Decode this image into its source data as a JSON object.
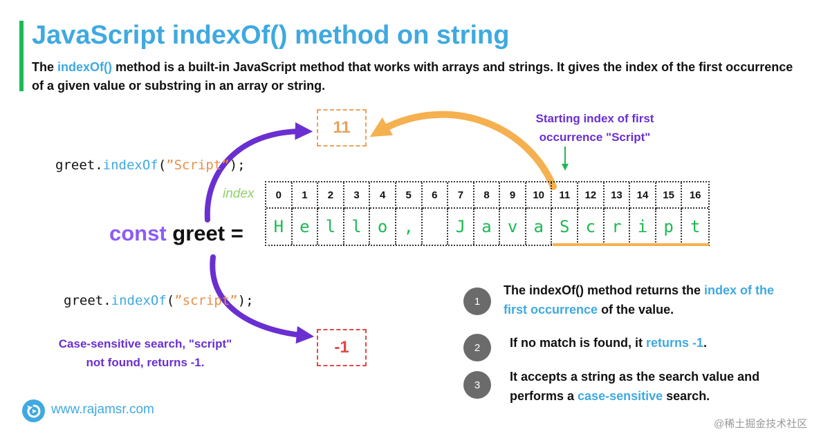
{
  "header": {
    "title": "JavaScript indexOf() method on string",
    "intro_pre": "The ",
    "intro_highlight": "indexOf()",
    "intro_post": " method is a built-in JavaScript method that works with arrays and strings. It gives the index of the first occurrence of a given value or substring in an array or string."
  },
  "code_top": {
    "obj": "greet.",
    "fn": "indexOf",
    "open": "(",
    "arg": "”Script”",
    "close": ");"
  },
  "code_bottom": {
    "obj": "greet.",
    "fn": "indexOf",
    "open": "(",
    "arg": "”script”",
    "close": ");"
  },
  "results": {
    "found": "11",
    "not_found": "-1"
  },
  "declaration": {
    "keyword": "const",
    "rest": " greet ="
  },
  "grid": {
    "index_label": "index",
    "indices": [
      "0",
      "1",
      "2",
      "3",
      "4",
      "5",
      "6",
      "7",
      "8",
      "9",
      "10",
      "11",
      "12",
      "13",
      "14",
      "15",
      "16"
    ],
    "chars": [
      "H",
      "e",
      "l",
      "l",
      "o",
      ",",
      "",
      "J",
      "a",
      "v",
      "a",
      "S",
      "c",
      "r",
      "i",
      "p",
      "t"
    ]
  },
  "annotations": {
    "top_line1": "Starting index of first",
    "top_line2": "occurrence \"Script\"",
    "left_line1": "Case-sensitive search, \"script\"",
    "left_line2": "not found, returns -1."
  },
  "bullets": {
    "b1": {
      "num": "1",
      "pre": "The indexOf() method returns the ",
      "hl": "index of the first occurrence",
      "post": " of the value."
    },
    "b2": {
      "num": "2",
      "pre": "If no match is found, it ",
      "hl": "returns -1",
      "post": "."
    },
    "b3": {
      "num": "3",
      "pre": "It accepts a string as the search value and performs a ",
      "hl": "case-sensitive",
      "post": " search."
    }
  },
  "footer": {
    "website": "www.rajamsr.com",
    "watermark": "@稀土掘金技术社区"
  },
  "colors": {
    "title_blue": "#3fa9e0",
    "accent_green": "#1db954",
    "purple": "#6a2fd0",
    "orange": "#e8a25a",
    "red": "#e04848"
  },
  "icons": [
    "refresh-logo-icon",
    "arrow-curve-icon",
    "arrow-down-icon"
  ]
}
